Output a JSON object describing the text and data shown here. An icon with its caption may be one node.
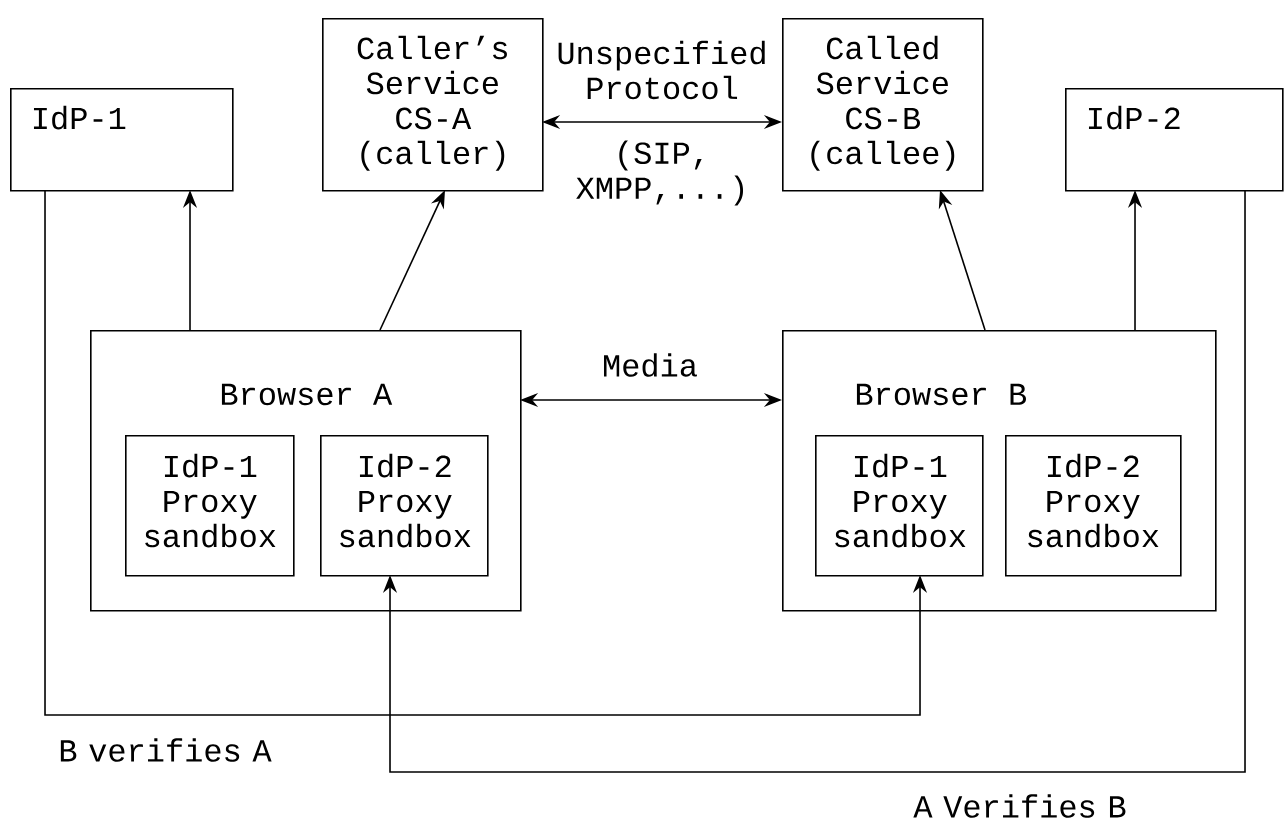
{
  "diagram": {
    "nodes": [
      {
        "text": [
          "Caller’s Service CS-A (caller)"
        ]
      },
      {
        "text": [
          "Called Service CS-B (callee)"
        ]
      },
      {
        "text": [
          "IdP-1"
        ]
      },
      {
        "text": [
          "IdP-2"
        ]
      },
      {
        "text": [
          "Browser A"
        ]
      },
      {
        "text": [
          "IdP-1 Proxy sandbox"
        ],
        "in": 4
      },
      {
        "text": [
          "IdP-2 Proxy sandbox"
        ],
        "in": 4
      },
      {
        "text": [
          "Browser B"
        ]
      },
      {
        "text": [
          "IdP-1 Proxy sandbox"
        ],
        "in": 7
      },
      {
        "text": [
          "IdP-2 Proxy sandbox"
        ],
        "in": 7
      }
    ],
    "edges": [
      {
        "from": 0,
        "to": 1,
        "arrow": "both",
        "label": "Unspecified Protocol"
      },
      {
        "from": 4,
        "to": 0,
        "arrow": "to"
      },
      {
        "from": 7,
        "to": 1,
        "arrow": "to"
      },
      {
        "from": 4,
        "to": 2,
        "arrow": "to"
      },
      {
        "from": 7,
        "to": 3,
        "arrow": "to"
      },
      {
        "from": 4,
        "to": 7,
        "arrow": "both",
        "label": "Media"
      },
      {
        "from": 2,
        "to": 8,
        "arrow": "to",
        "label": "B verifies A"
      },
      {
        "from": 3,
        "to": 6,
        "arrow": "to",
        "label": "A Verifies B"
      }
    ],
    "labels": [
      "(SIP, XMPP,...)"
    ]
  }
}
